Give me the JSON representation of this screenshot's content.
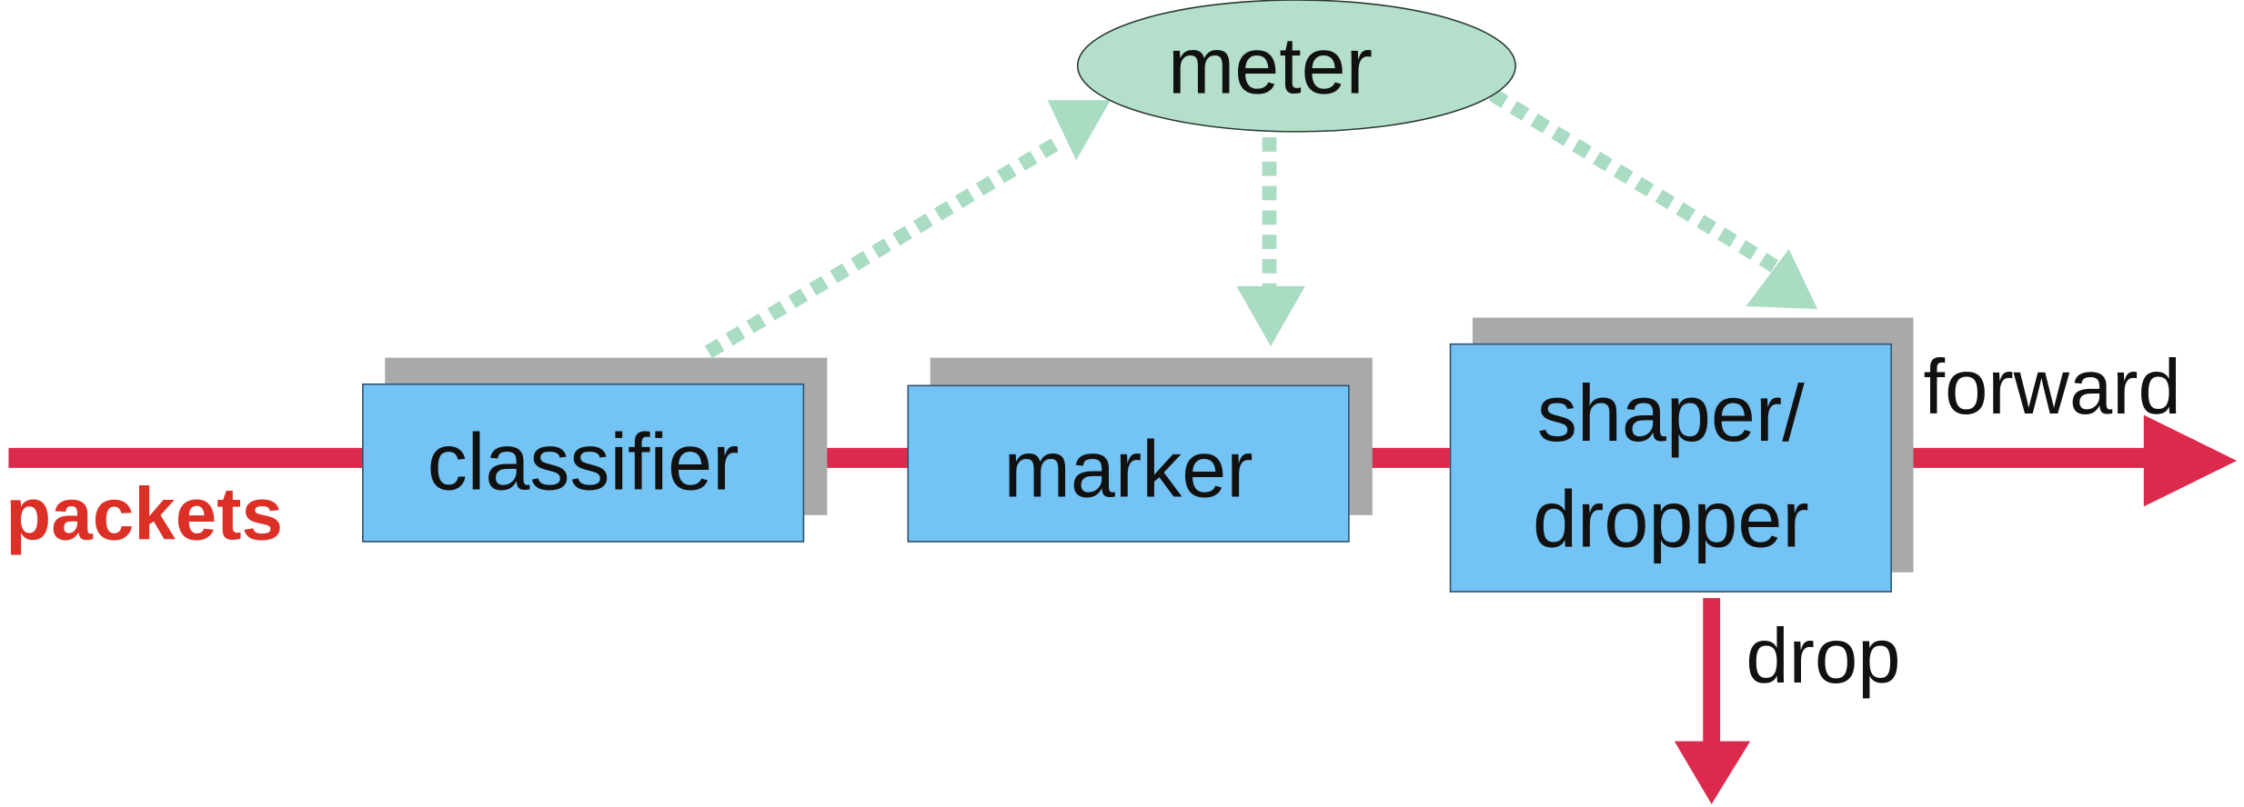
{
  "input_label": "packets",
  "nodes": {
    "classifier": "classifier",
    "marker": "marker",
    "shaper_line1": "shaper/",
    "shaper_line2": "dropper",
    "meter": "meter"
  },
  "outputs": {
    "forward": "forward",
    "drop": "drop"
  },
  "colors": {
    "packet_flow": "#dc2a4c",
    "input_label": "#dc2f26",
    "box_fill": "#73c3f4",
    "box_shadow": "#a9a9a9",
    "meter_fill": "#b4dfca",
    "meter_arrows": "#a9dcc2"
  }
}
